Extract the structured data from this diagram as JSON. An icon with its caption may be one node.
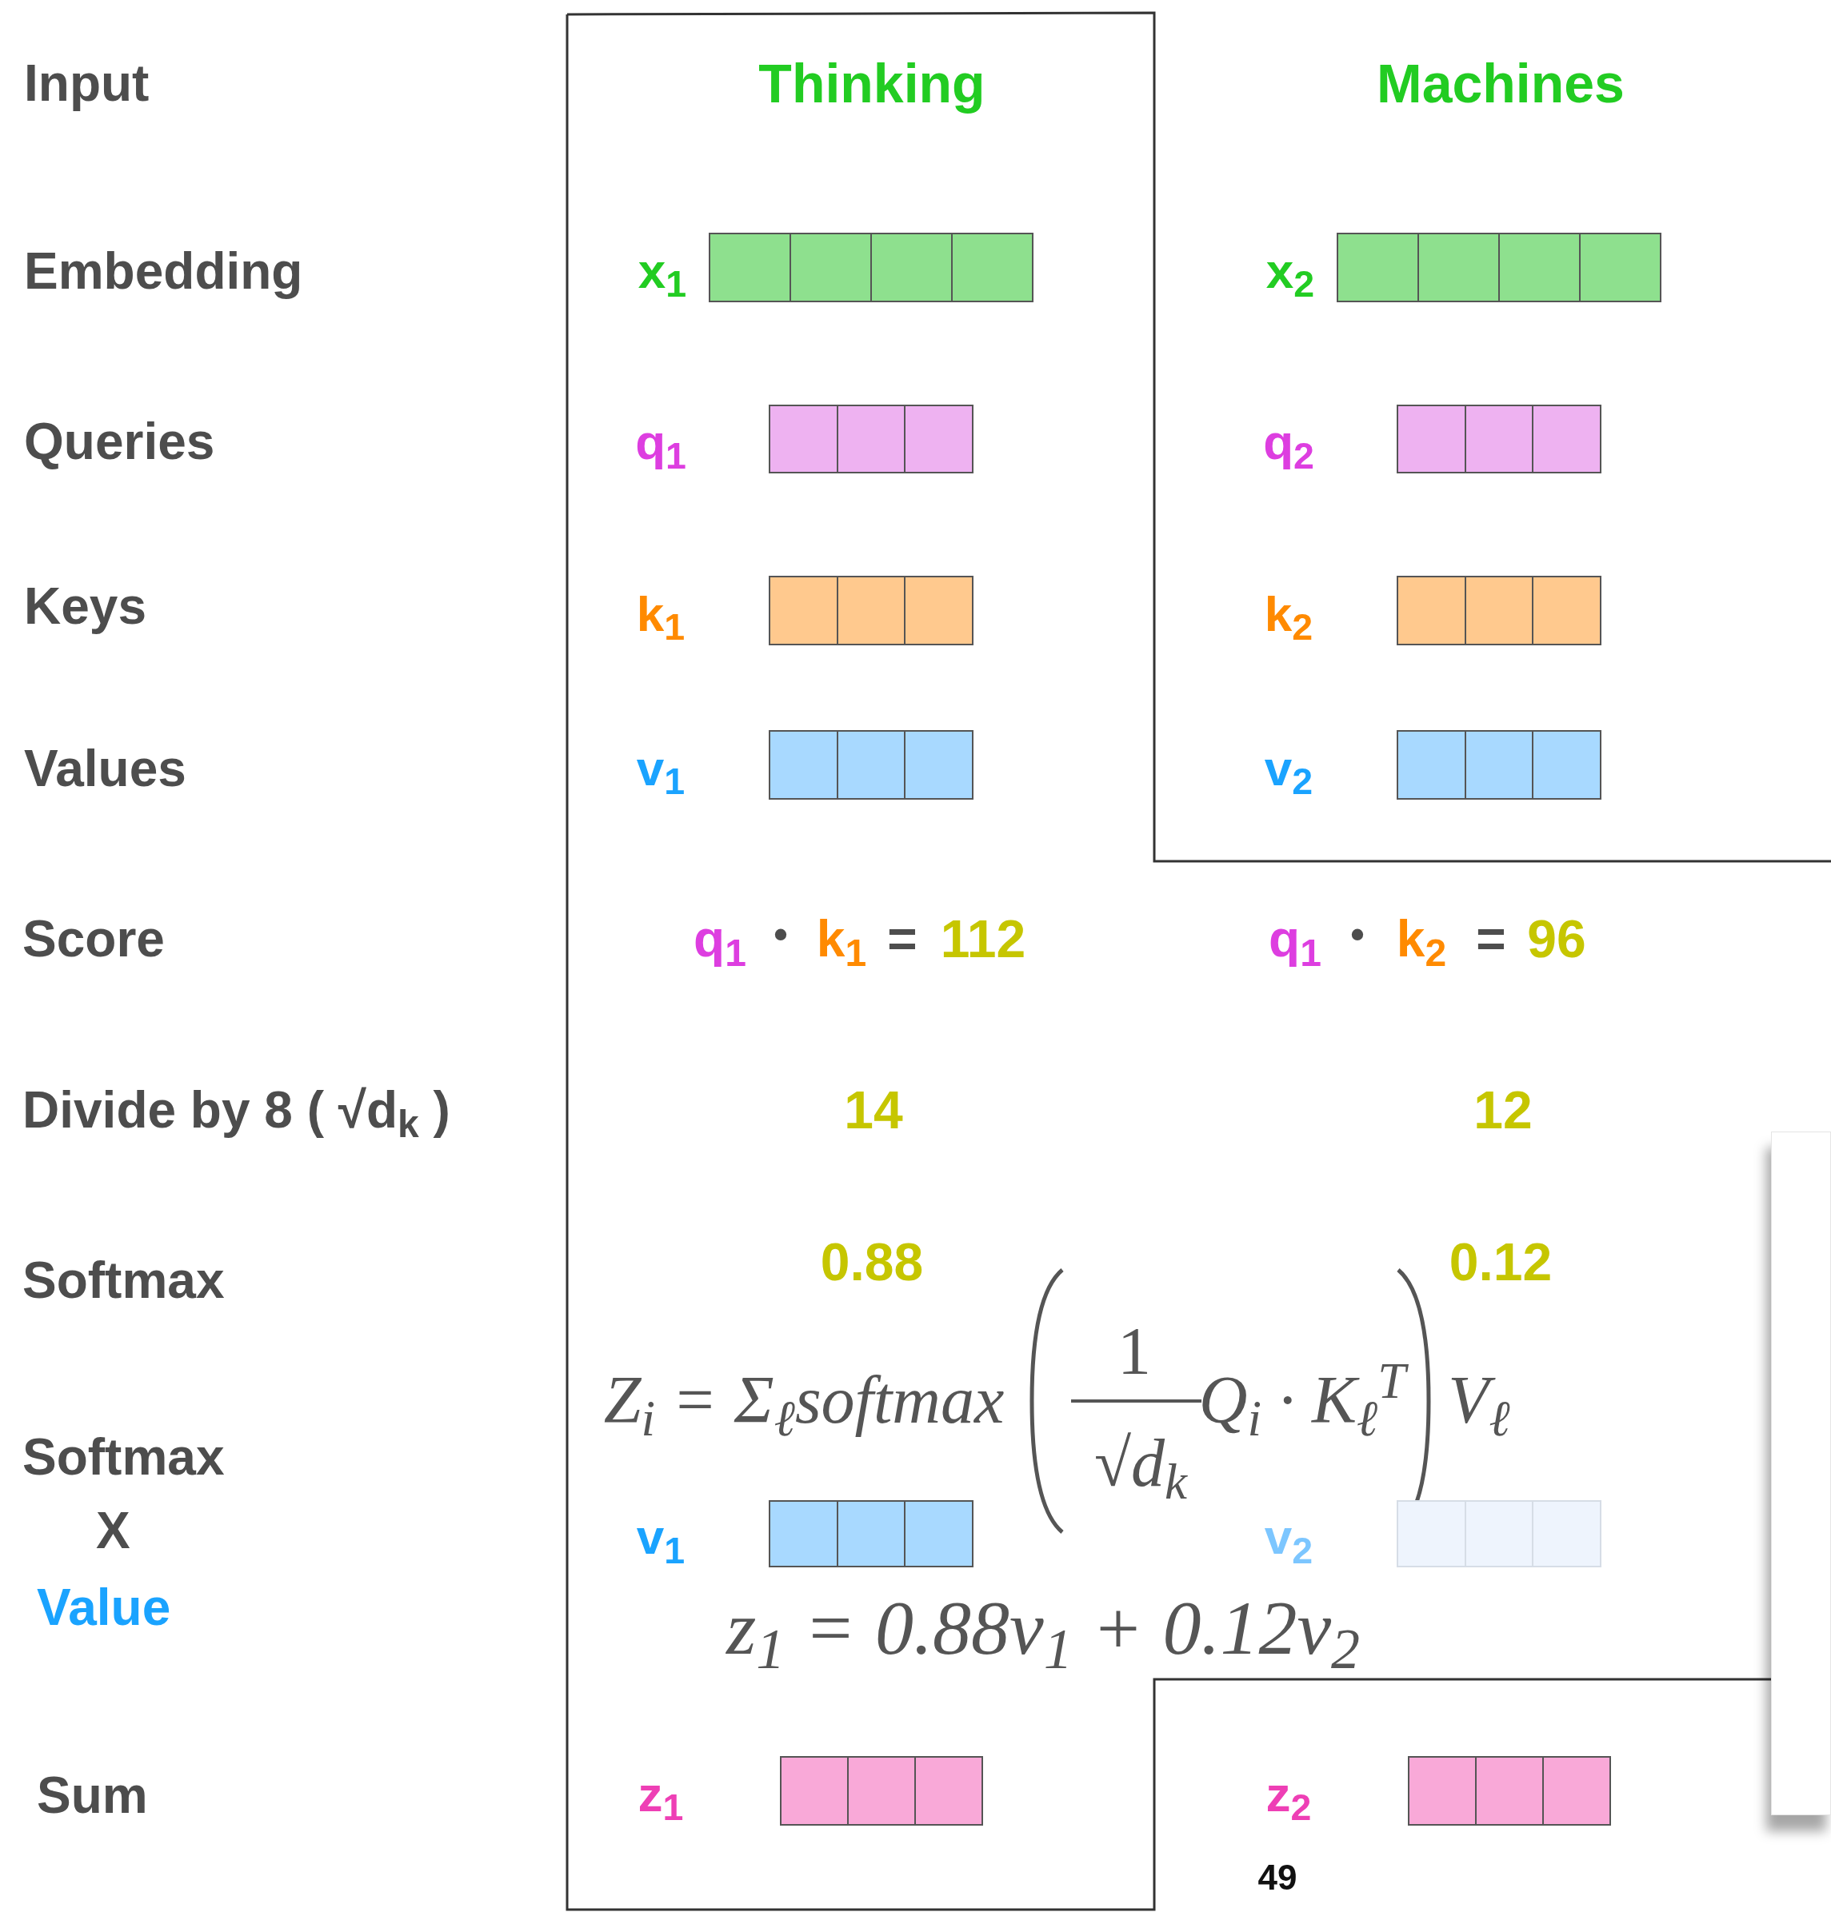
{
  "diagram": {
    "nodes": [
      {
        "text": [],
        "shape": "bar",
        "beside": [
          "x$_{1}$"
        ]
      },
      {
        "text": [],
        "shape": "bar",
        "beside": [
          "x$_{2}$"
        ]
      },
      {
        "text": [],
        "shape": "bar",
        "beside": [
          "q$_{1}$"
        ]
      },
      {
        "text": [],
        "shape": "bar",
        "beside": [
          "q$_{2}$"
        ]
      },
      {
        "text": [],
        "shape": "bar",
        "beside": [
          "k$_{1}$"
        ]
      },
      {
        "text": [],
        "shape": "bar",
        "beside": [
          "k$_{2}$"
        ]
      },
      {
        "text": [],
        "shape": "bar",
        "beside": [
          "v$_{1}$"
        ]
      },
      {
        "text": [],
        "shape": "bar",
        "beside": [
          "v$_{2}$"
        ]
      },
      {
        "text": [],
        "shape": "bar",
        "beside": [
          "v$_{1}$"
        ]
      },
      {
        "text": [],
        "shape": "bar",
        "beside": [
          "v$_{2}$"
        ]
      },
      {
        "text": [],
        "shape": "bar",
        "beside": [
          "z$_{1}$"
        ]
      },
      {
        "text": [],
        "shape": "bar",
        "beside": [
          "z$_{2}$"
        ]
      }
    ],
    "labels": [
      "Input",
      "Thinking",
      "Machines",
      "Embedding",
      "Queries",
      "Keys",
      "Values",
      "Score",
      "q$_{1}$",
      "•",
      "k$_{1}$",
      "=",
      "112",
      "q$_{1}$",
      "•",
      "k$_{2}$",
      "=",
      "96",
      "Divide by 8 ( √d$_{k}$ )",
      "14",
      "12",
      "Softmax",
      "0.88",
      "0.12",
      "Z$_{i}$ = Σ$_{ℓ}$softmax",
      "1",
      "√d$_{k}$",
      "Q$_{i}$ · K$_{ℓ}$$^{T}$",
      "V$_{ℓ}$",
      "Softmax",
      "X",
      "Value",
      "z$_{1}$ = 0.88v$_{1}$ + 0.12v$_{2}$",
      "Sum",
      "49"
    ]
  }
}
